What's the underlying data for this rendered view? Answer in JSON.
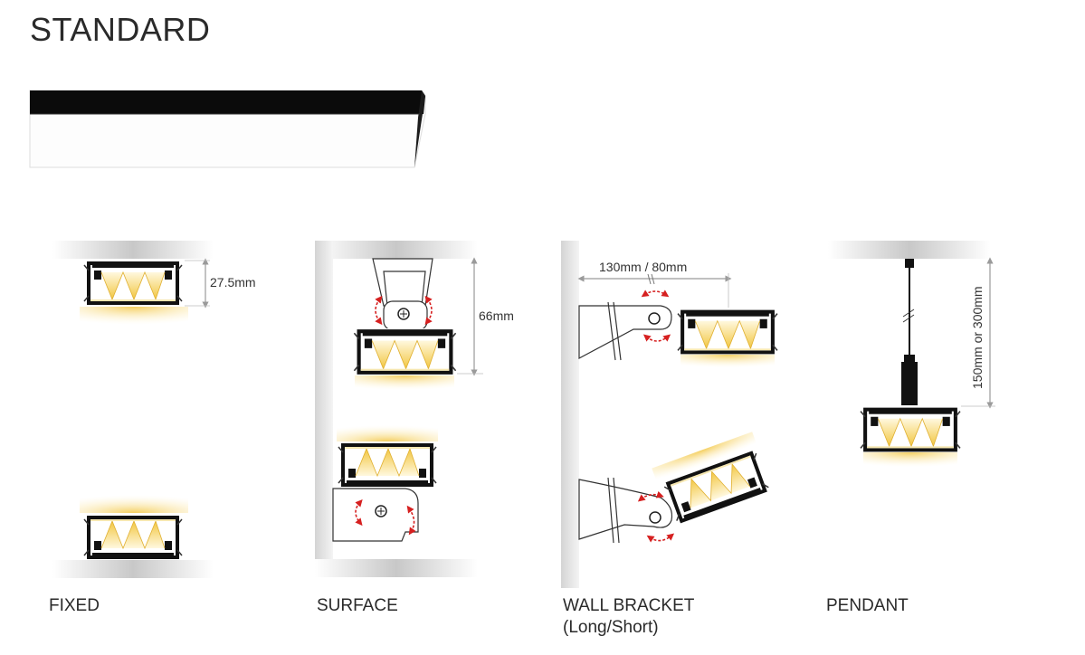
{
  "title": "STANDARD",
  "mounts": [
    {
      "label": "FIXED",
      "dimension": "27.5mm"
    },
    {
      "label": "SURFACE",
      "dimension": "66mm"
    },
    {
      "label": "WALL BRACKET",
      "sublabel": "(Long/Short)",
      "dimension": "130mm / 80mm"
    },
    {
      "label": "PENDANT",
      "dimension": "150mm or 300mm"
    }
  ],
  "colors": {
    "glow": "#f5d36a",
    "profile": "#111111",
    "arrow": "#d62020",
    "dimline": "#9a9a9a"
  }
}
